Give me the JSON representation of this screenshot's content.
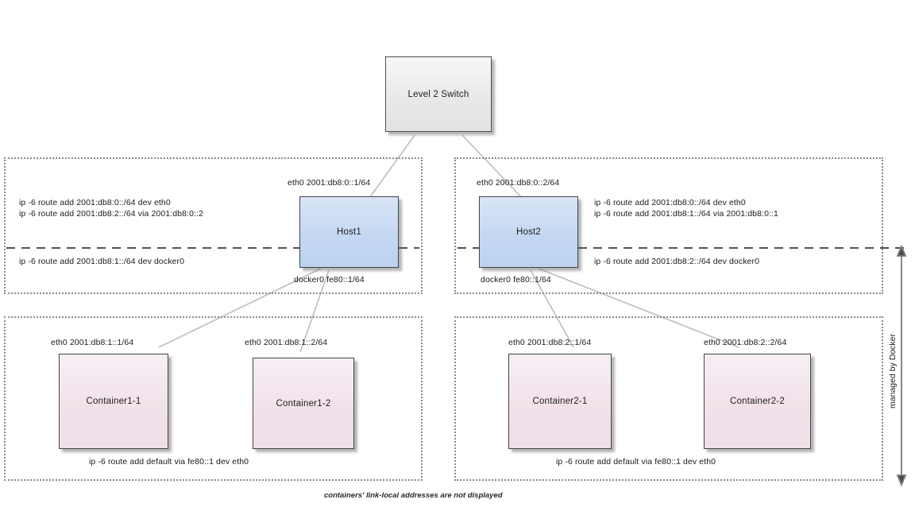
{
  "diagram": {
    "caption": "containers' link-local addresses are not displayed",
    "managed_label": "managed by Docker",
    "colors": {
      "switch_fill": "#eeeeee",
      "host_fill": "#c5d8f2",
      "container_fill": "#f1e2ea",
      "group_border": "#8a8a8a",
      "edge": "#b9b9b9",
      "divider": "#3b3b3b"
    }
  },
  "switch": {
    "label": "Level 2 Switch"
  },
  "hosts": [
    {
      "name": "Host1",
      "eth0_label": "eth0 2001:db8:0::1/64",
      "docker0_label": "docker0 fe80::1/64",
      "routes_above": [
        "ip -6 route add 2001:db8:0::/64 dev eth0",
        "ip -6 route add 2001:db8:2::/64 via  2001:db8:0::2"
      ],
      "routes_below": [
        "ip -6 route add 2001:db8:1::/64 dev docker0"
      ]
    },
    {
      "name": "Host2",
      "eth0_label": "eth0 2001:db8:0::2/64",
      "docker0_label": "docker0 fe80::1/64",
      "routes_above": [
        "ip -6 route add 2001:db8:0::/64 dev eth0",
        "ip -6 route add 2001:db8:1::/64 via  2001:db8:0::1"
      ],
      "routes_below": [
        "ip -6 route add 2001:db8:2::/64 dev docker0"
      ]
    }
  ],
  "container_groups": [
    {
      "route": "ip -6 route add default via fe80::1 dev eth0",
      "containers": [
        {
          "name": "Container1-1",
          "eth0_label": "eth0 2001:db8:1::1/64"
        },
        {
          "name": "Container1-2",
          "eth0_label": "eth0 2001:db8:1::2/64"
        }
      ]
    },
    {
      "route": "ip -6 route add default via fe80::1 dev eth0",
      "containers": [
        {
          "name": "Container2-1",
          "eth0_label": "eth0 2001:db8:2::1/64"
        },
        {
          "name": "Container2-2",
          "eth0_label": "eth0 2001:db8:2::2/64"
        }
      ]
    }
  ]
}
